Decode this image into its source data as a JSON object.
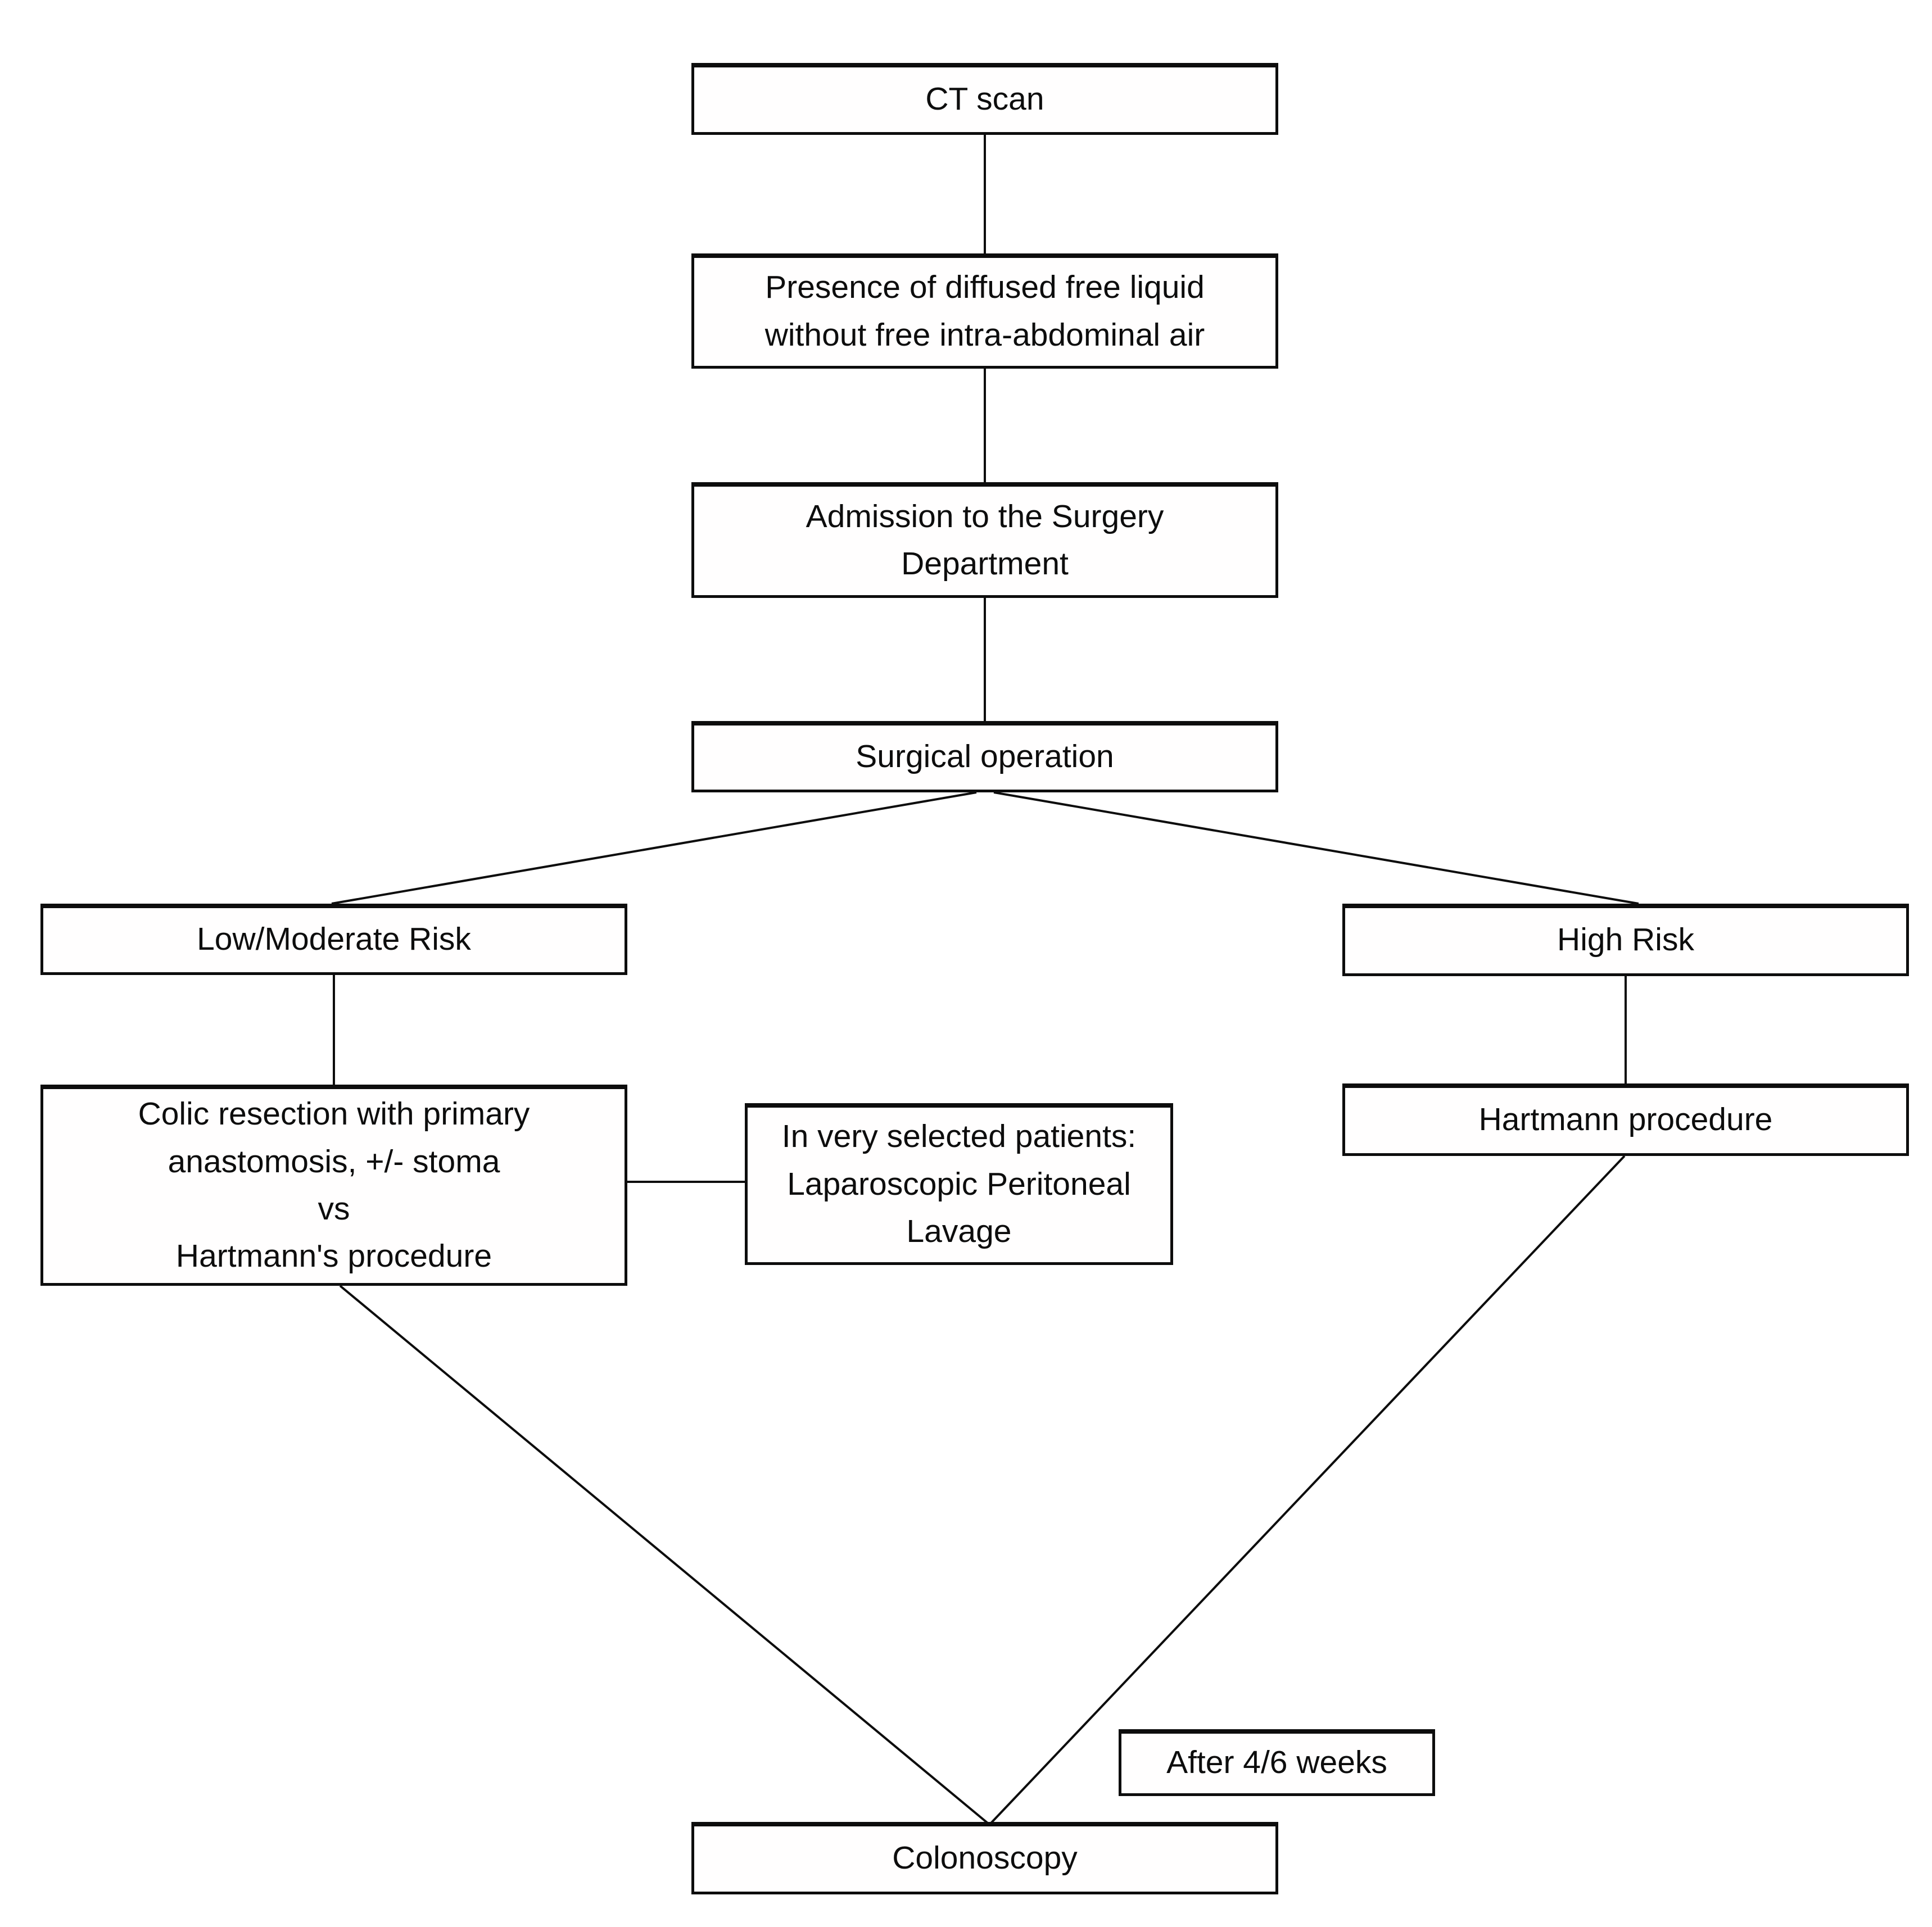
{
  "diagram": {
    "type": "flowchart",
    "colors": {
      "background": "#ffffff",
      "box_fill": "#ffffff",
      "box_border": "#000000",
      "text": "#000000",
      "connector": "#000000"
    },
    "nodes": {
      "ct_scan": {
        "label": "CT scan"
      },
      "presence": {
        "label": "Presence of diffused free liquid\nwithout free intra-abdominal air"
      },
      "admission": {
        "label": "Admission to the Surgery\nDepartment"
      },
      "surgical": {
        "label": "Surgical operation"
      },
      "low_mod": {
        "label": "Low/Moderate Risk"
      },
      "colic": {
        "label": "Colic resection with primary\nanastomosis, +/-  stoma\nvs\nHartmann's procedure"
      },
      "lavage": {
        "label": "In very selected patients:\nLaparoscopic Peritoneal\nLavage"
      },
      "high_risk": {
        "label": "High Risk"
      },
      "hartmann": {
        "label": "Hartmann procedure"
      },
      "after_weeks": {
        "label": "After 4/6 weeks"
      },
      "colonoscopy": {
        "label": "Colonoscopy"
      }
    },
    "edges": [
      {
        "from": "ct_scan",
        "to": "presence"
      },
      {
        "from": "presence",
        "to": "admission"
      },
      {
        "from": "admission",
        "to": "surgical"
      },
      {
        "from": "surgical",
        "to": "low_mod"
      },
      {
        "from": "surgical",
        "to": "high_risk"
      },
      {
        "from": "low_mod",
        "to": "colic"
      },
      {
        "from": "high_risk",
        "to": "hartmann"
      },
      {
        "from": "colic",
        "to": "lavage"
      },
      {
        "from": "colic",
        "to": "colonoscopy"
      },
      {
        "from": "hartmann",
        "to": "colonoscopy"
      }
    ]
  }
}
